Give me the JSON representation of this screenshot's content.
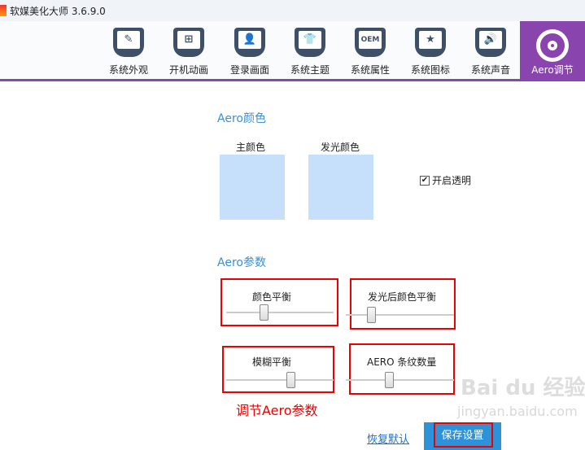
{
  "window": {
    "title": "软媒美化大师 3.6.9.0"
  },
  "tabs": [
    {
      "label": "系统外观",
      "icon": "brush-icon",
      "glyph": "✎"
    },
    {
      "label": "开机动画",
      "icon": "windows-logo-icon",
      "glyph": "⊞"
    },
    {
      "label": "登录画面",
      "icon": "user-icon",
      "glyph": "👤"
    },
    {
      "label": "系统主题",
      "icon": "tshirt-icon",
      "glyph": "👕"
    },
    {
      "label": "系统属性",
      "icon": "oem-icon",
      "glyph": "OEM"
    },
    {
      "label": "系统图标",
      "icon": "star-icon",
      "glyph": "★"
    },
    {
      "label": "系统声音",
      "icon": "speaker-icon",
      "glyph": "🔊"
    },
    {
      "label": "Aero调节",
      "icon": "aero-icon",
      "active": true
    }
  ],
  "aero_color": {
    "heading": "Aero颜色",
    "main_label": "主颜色",
    "glow_label": "发光颜色",
    "main_color": "#c6e0fb",
    "glow_color": "#c6e0fb",
    "transparency_label": "开启透明",
    "transparency_checked": true,
    "check_glyph": "✔"
  },
  "aero_params": {
    "heading": "Aero参数",
    "sliders": [
      {
        "label": "颜色平衡",
        "value_pct": 35
      },
      {
        "label": "发光后颜色平衡",
        "value_pct": 23
      },
      {
        "label": "模糊平衡",
        "value_pct": 60
      },
      {
        "label": "AERO 条纹数量",
        "value_pct": 40
      }
    ]
  },
  "annotation": "调节Aero参数",
  "buttons": {
    "reset": "恢复默认",
    "save": "保存设置"
  },
  "watermark": {
    "logo": "Bai du 经验",
    "url": "jingyan.baidu.com"
  }
}
